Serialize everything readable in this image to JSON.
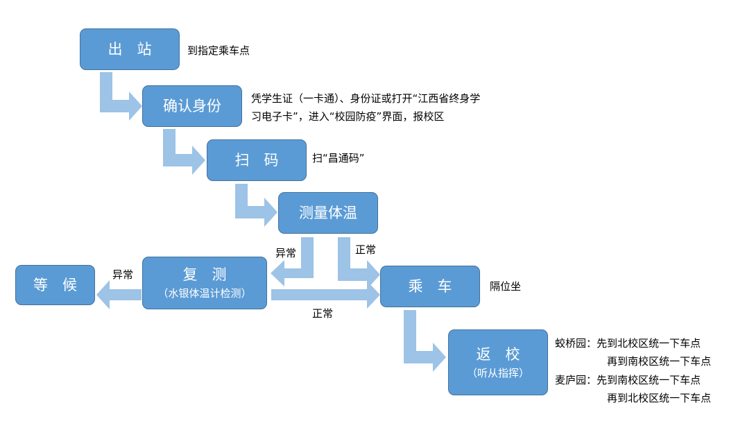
{
  "nodes": {
    "exit": {
      "label": "出　站"
    },
    "verify": {
      "label": "确认身份"
    },
    "scan": {
      "label": "扫　码"
    },
    "temp": {
      "label": "测量体温"
    },
    "recheck": {
      "label": "复　测",
      "sub": "（水银体温计检测）"
    },
    "wait": {
      "label": "等　候"
    },
    "board": {
      "label": "乘　车"
    },
    "return": {
      "label": "返　校",
      "sub": "（听从指挥）"
    }
  },
  "notes": {
    "exit": "到指定乘车点",
    "verify_line1": "凭学生证（一卡通）、身份证或打开“江西省终身学",
    "verify_line2": "习电子卡”，进入“校园防疫”界面，报校区",
    "scan": "扫“昌通码”",
    "board": "隔位坐",
    "return_line1": "蛟桥园：先到北校区统一下车点",
    "return_line2": "再到南校区统一下车点",
    "return_line3": "麦庐园：先到南校区统一下车点",
    "return_line4": "再到北校区统一下车点"
  },
  "edge_labels": {
    "temp_abnormal": "异常",
    "temp_normal": "正常",
    "recheck_abnormal": "异常",
    "recheck_normal": "正常"
  },
  "colors": {
    "box_fill": "#5b9bd5",
    "box_border": "#41719c",
    "arrow": "#9dc3e6",
    "text": "#ffffff"
  }
}
